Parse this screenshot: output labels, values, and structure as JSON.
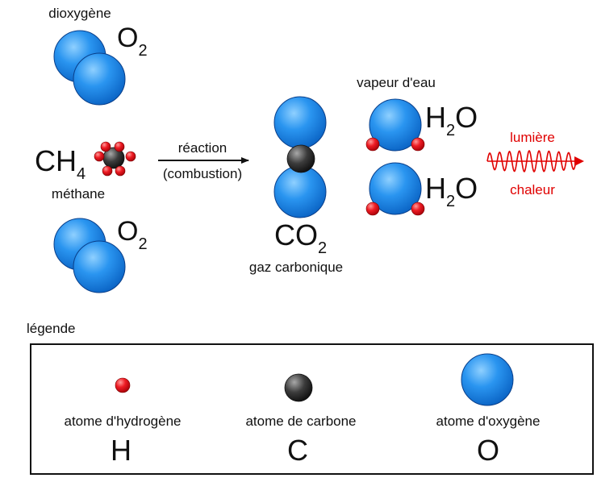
{
  "labels": {
    "dioxygen": "dioxygène",
    "methane": "méthane",
    "reaction": "réaction",
    "combustion": "(combustion)",
    "co2_name": "gaz carbonique",
    "water_vapor": "vapeur d'eau",
    "light": "lumière",
    "heat": "chaleur",
    "legend_title": "légende"
  },
  "formulas": {
    "o2_top": {
      "main": "O",
      "sub": "2"
    },
    "ch4": {
      "main": "CH",
      "sub": "4"
    },
    "o2_bottom": {
      "main": "O",
      "sub": "2"
    },
    "co2": {
      "main": "CO",
      "sub": "2"
    },
    "h2o_top": {
      "h": "H",
      "sub": "2",
      "o": "O"
    },
    "h2o_bottom": {
      "h": "H",
      "sub": "2",
      "o": "O"
    }
  },
  "legend": {
    "hydrogen": {
      "name": "atome d'hydrogène",
      "symbol": "H"
    },
    "carbon": {
      "name": "atome de carbone",
      "symbol": "C"
    },
    "oxygen": {
      "name": "atome d'oxygène",
      "symbol": "O"
    }
  },
  "colors": {
    "oxygen": "#1e90ff",
    "hydrogen": "#e8141e",
    "carbon": "#333333",
    "energy": "#e00000"
  }
}
